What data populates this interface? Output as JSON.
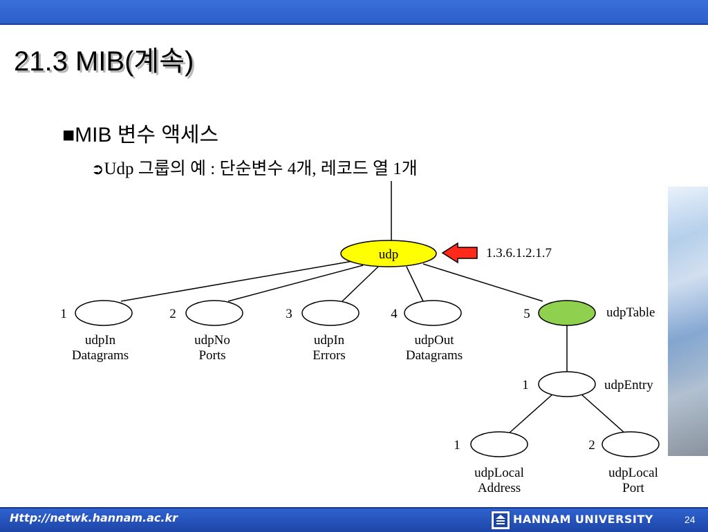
{
  "slide": {
    "title": "21.3 MIB(계속)",
    "bullet1": {
      "marker": "■",
      "text": "MIB 변수 액세스"
    },
    "bullet2": {
      "marker": "➲",
      "text": "Udp 그룹의 예 : 단순변수 4개, 레코드 열 1개"
    }
  },
  "diagram": {
    "root": {
      "label": "udp",
      "oid": "1.3.6.1.2.1.7",
      "fill": "#ffff00"
    },
    "children": [
      {
        "num": "1",
        "line1": "udpIn",
        "line2": "Datagrams"
      },
      {
        "num": "2",
        "line1": "udpNo",
        "line2": "Ports"
      },
      {
        "num": "3",
        "line1": "udpIn",
        "line2": "Errors"
      },
      {
        "num": "4",
        "line1": "udpOut",
        "line2": "Datagrams"
      }
    ],
    "table": {
      "num": "5",
      "label": "udpTable",
      "fill": "#8fd14f"
    },
    "entry": {
      "num": "1",
      "label": "udpEntry"
    },
    "leaves": [
      {
        "num": "1",
        "line1": "udpLocal",
        "line2": "Address"
      },
      {
        "num": "2",
        "line1": "udpLocal",
        "line2": "Port"
      }
    ],
    "pointer_color": "#ff2a1a"
  },
  "footer": {
    "url": "Http://netwk.hannam.ac.kr",
    "university": "HANNAM  UNIVERSITY",
    "page": "24",
    "logo_icon": "hannam-logo-icon"
  }
}
